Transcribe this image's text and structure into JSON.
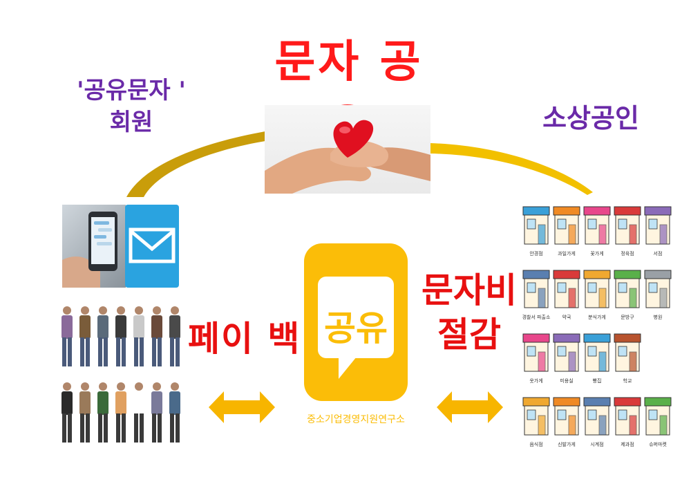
{
  "title": "문자 공유",
  "member_label": {
    "line1": "'공유문자 '",
    "line2": "회원"
  },
  "merchant_label": "소상공인",
  "payback_label": "페이 백",
  "save_label": {
    "line1": "문자비",
    "line2": "절감"
  },
  "app": {
    "icon_text": "공유",
    "institute": "중소기업경영지원연구소"
  },
  "shops": [
    {
      "label": "안경점",
      "roof": "#3aa0d8"
    },
    {
      "label": "과일가게",
      "roof": "#f08a24"
    },
    {
      "label": "꽃가게",
      "roof": "#e8478b"
    },
    {
      "label": "정육점",
      "roof": "#d93a3a"
    },
    {
      "label": "서점",
      "roof": "#8a6bb8"
    },
    {
      "label": "경찰서 파출소",
      "roof": "#5a7fb0"
    },
    {
      "label": "약국",
      "roof": "#d93a3a"
    },
    {
      "label": "분식가게",
      "roof": "#f0a830"
    },
    {
      "label": "문방구",
      "roof": "#5ab04a"
    },
    {
      "label": "병원",
      "roof": "#9aa0a6"
    },
    {
      "label": "옷가게",
      "roof": "#e8478b"
    },
    {
      "label": "미용실",
      "roof": "#8a6bb8"
    },
    {
      "label": "빵집",
      "roof": "#3aa0d8"
    },
    {
      "label": "학교",
      "roof": "#b8532e"
    },
    {
      "label": "음식점",
      "roof": "#f0a830"
    },
    {
      "label": "신발가게",
      "roof": "#f08a24"
    },
    {
      "label": "시계점",
      "roof": "#5a7fb0"
    },
    {
      "label": "제과점",
      "roof": "#d93a3a"
    },
    {
      "label": "슈퍼마켓",
      "roof": "#5ab04a"
    }
  ],
  "colors": {
    "title": "#ff1a1a",
    "purple": "#6a2aa8",
    "red_label": "#e81010",
    "app_yellow": "#fbbd08",
    "arrow": "#f7b500",
    "arc": "#c99d0a",
    "mail_blue": "#2aa3e0"
  },
  "icons": {
    "mail": "envelope-icon",
    "heart": "heart-icon"
  }
}
